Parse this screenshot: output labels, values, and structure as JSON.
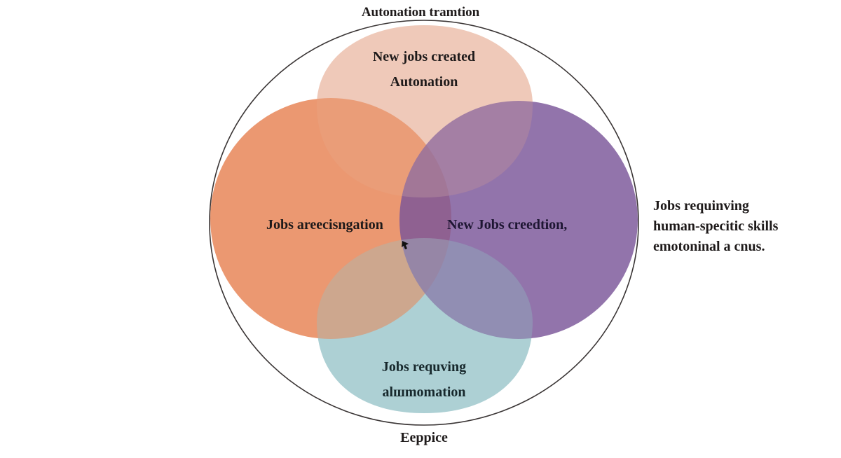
{
  "chart_data": {
    "type": "venn",
    "title": "Autonation tramtion",
    "sets": [
      {
        "id": "top",
        "label_lines": [
          "New jobs created",
          "Autonation"
        ],
        "color": "#efc7b6"
      },
      {
        "id": "left",
        "label_lines": [
          "Jobs areecisngation"
        ],
        "color": "#e8875a"
      },
      {
        "id": "right",
        "label_lines": [
          "New Jobs creedtion,"
        ],
        "color": "#7a5598"
      },
      {
        "id": "bottom",
        "label_lines": [
          "Jobs requving",
          "alшmomation"
        ],
        "color": "#a8cdd2"
      }
    ],
    "annotation": {
      "lines": [
        "Jobs requinving",
        "human-specitic skills",
        "emotoninal a cnus."
      ]
    },
    "footer": "Eeppice"
  },
  "diagram": {
    "title": "Autonation tramtion",
    "top_label": {
      "line1": "New jobs created",
      "line2": "Autonation"
    },
    "left_label": "Jobs areecisngation",
    "right_label": "New Jobs creedtion,",
    "bottom_label": {
      "line1": "Jobs requving",
      "line2": "alшmomation"
    },
    "side_note": {
      "line1": "Jobs requinving",
      "line2": "human-specitic skills",
      "line3": "emotoninal a cnus."
    },
    "footer": "Eeppice",
    "colors": {
      "outline": "#3a3535",
      "top": "#efc7b6",
      "left": "#e8875a",
      "right": "#7a5598",
      "bottom": "#a8cdd2",
      "cursor": "#111111"
    }
  }
}
